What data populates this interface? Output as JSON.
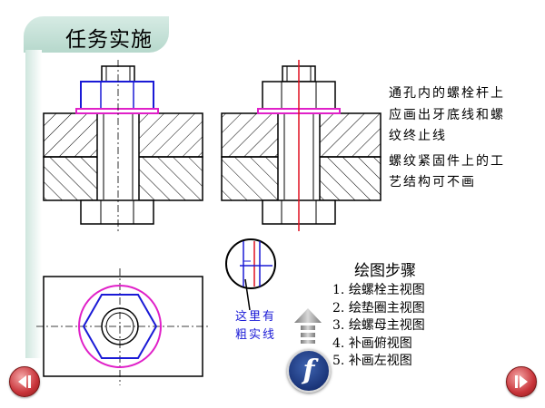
{
  "slide": {
    "title": "任务实施"
  },
  "notes": [
    "通孔内的螺栓杆上应画出牙底线和螺纹终止线",
    "螺纹紧固件上的工艺结构可不画"
  ],
  "steps": {
    "title": "绘图步骤",
    "items": [
      {
        "num": "1.",
        "label": "绘螺栓主视图"
      },
      {
        "num": "2.",
        "label": "绘垫圈主视图"
      },
      {
        "num": "3.",
        "label": "绘螺母主视图"
      },
      {
        "num": "4.",
        "label": "补画俯视图"
      },
      {
        "num": "5.",
        "label": "补画左视图"
      }
    ]
  },
  "callout": {
    "line1": "这里有",
    "line2": "粗实线"
  },
  "icons": {
    "prev": "previous-icon",
    "next": "next-icon",
    "flash": "flash-player-icon",
    "up_arrow": "up-arrow-icon"
  },
  "colors": {
    "nut_outline": "#1a1ad6",
    "washer": "#e020c8",
    "thread_line": "#e01020",
    "title_tab": "#b6d8cc",
    "nav_button": "#c8343a"
  }
}
